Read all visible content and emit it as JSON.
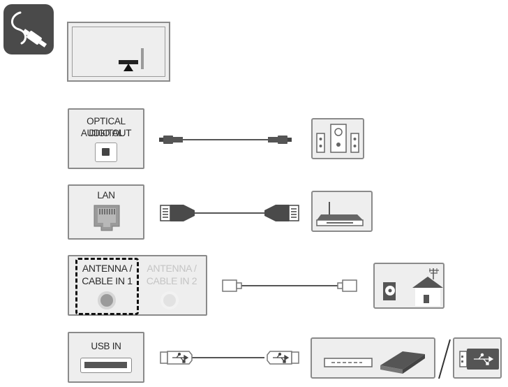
{
  "ports": {
    "optical": {
      "label_line1": "OPTICAL DIGITAL",
      "label_line2": "AUDIO OUT"
    },
    "lan": {
      "label": "LAN"
    },
    "antenna1": {
      "label_line1": "ANTENNA /",
      "label_line2": "CABLE IN 1"
    },
    "antenna2": {
      "label_line1": "ANTENNA /",
      "label_line2": "CABLE IN 2"
    },
    "usb": {
      "label": "USB IN"
    }
  },
  "colors": {
    "panel_bg": "#eeeeee",
    "border": "#8a8a8a",
    "cable": "#555555",
    "icon_dark": "#444444",
    "dim_text": "#c4c4c4"
  }
}
